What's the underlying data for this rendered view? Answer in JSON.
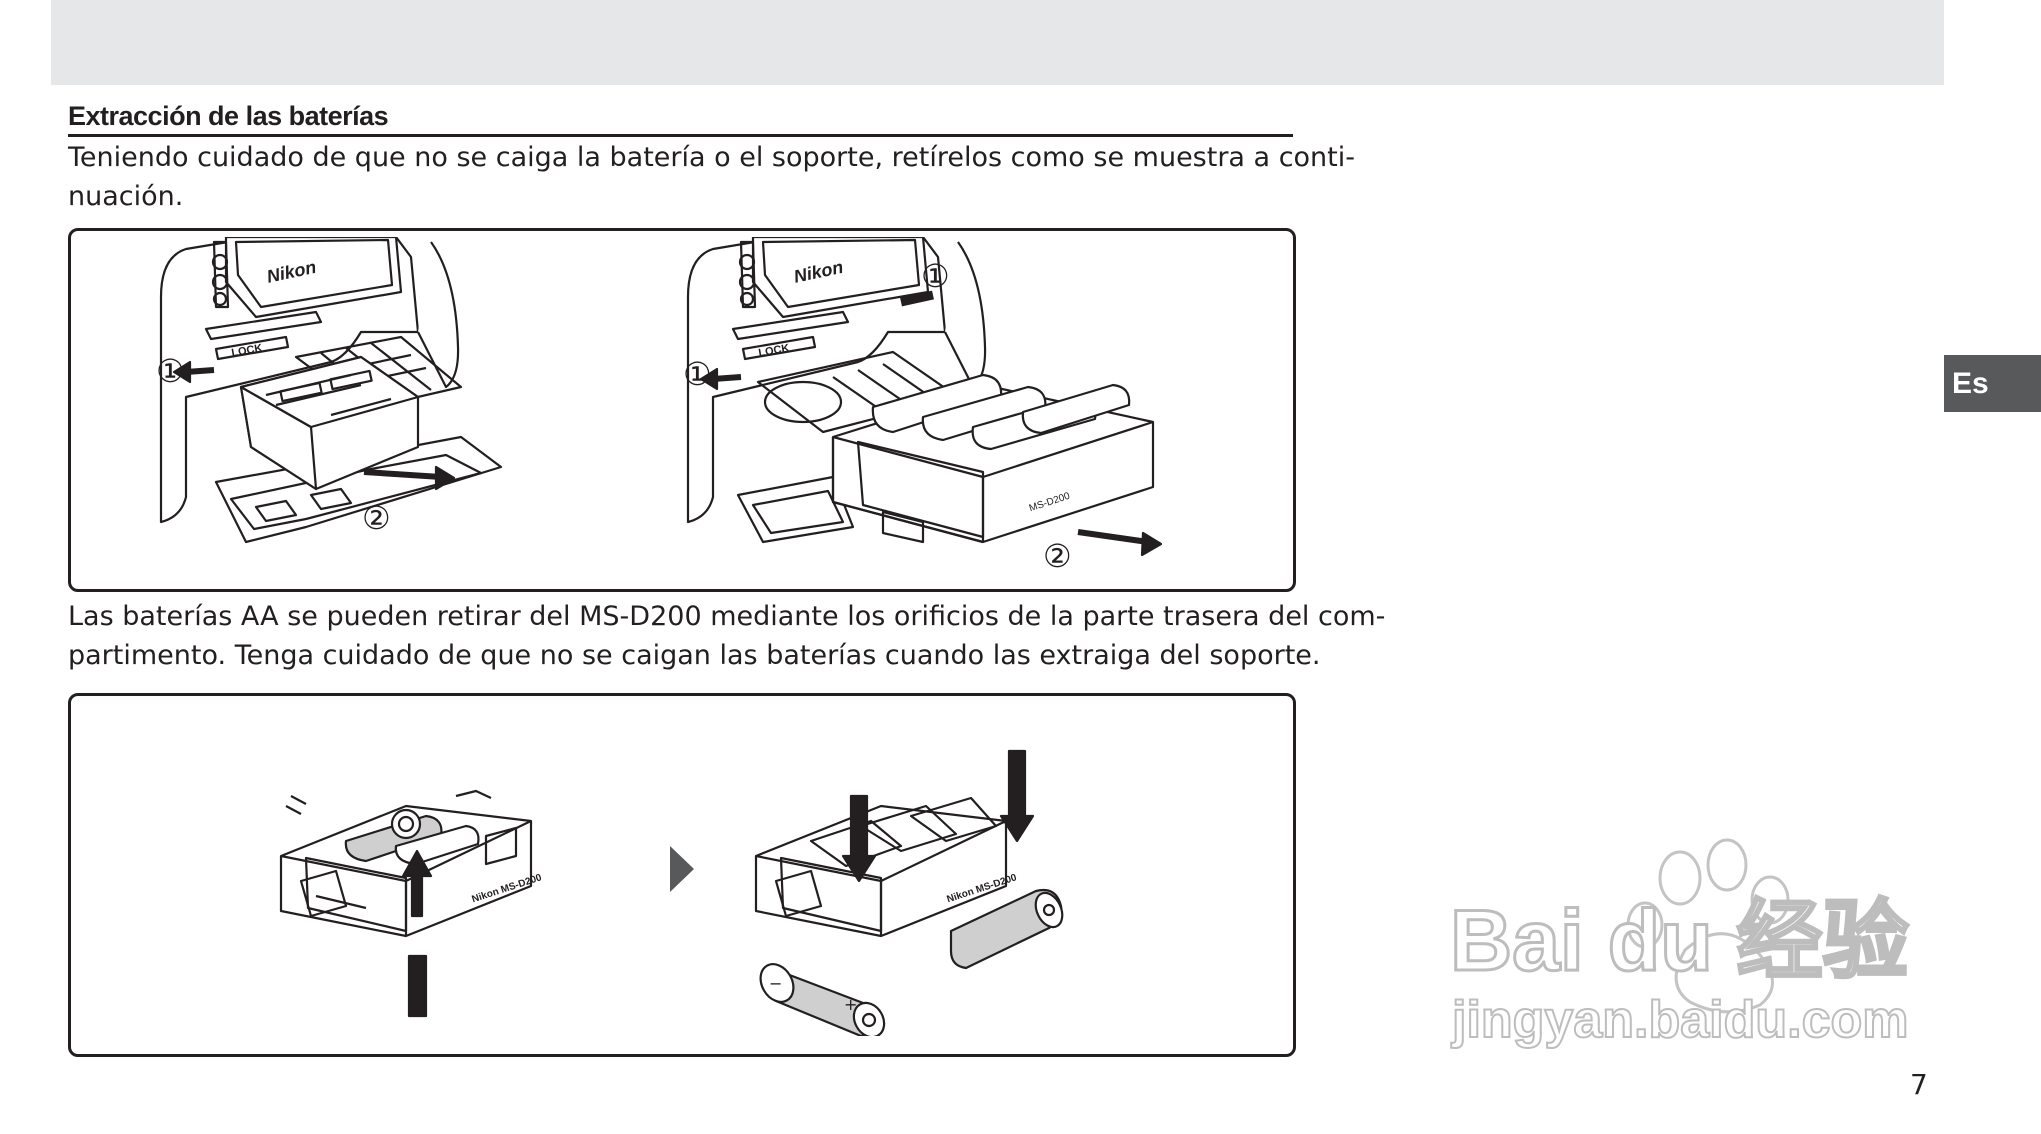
{
  "section": {
    "title": "Extracción de las baterías",
    "intro_lines": [
      "Teniendo cuidado de que no se caiga la batería o el soporte, retírelos como se muestra a conti-",
      "nuación."
    ],
    "note_lines": [
      "Las baterías AA se pueden retirar del MS-D200 mediante los orificios de la parte trasera del com-",
      "partimento. Tenga cuidado de que no se caigan las baterías cuando las extraiga del soporte."
    ]
  },
  "figure1": {
    "left": {
      "brand": "Nikon",
      "lock": "LOCK",
      "step1": "①",
      "step2": "②"
    },
    "right": {
      "brand": "Nikon",
      "lock": "LOCK",
      "step1a": "①",
      "step1b": "①",
      "step2": "②",
      "holder_label": "MS-D200"
    }
  },
  "figure2": {
    "left_label": "Nikon MS-D200",
    "right_label": "Nikon MS-D200",
    "minus": "−",
    "plus": "+"
  },
  "side_tab": {
    "label": "Es"
  },
  "page": {
    "number": "7"
  },
  "watermark": {
    "brand": "Bai du 经验",
    "url": "jingyan.baidu.com"
  }
}
